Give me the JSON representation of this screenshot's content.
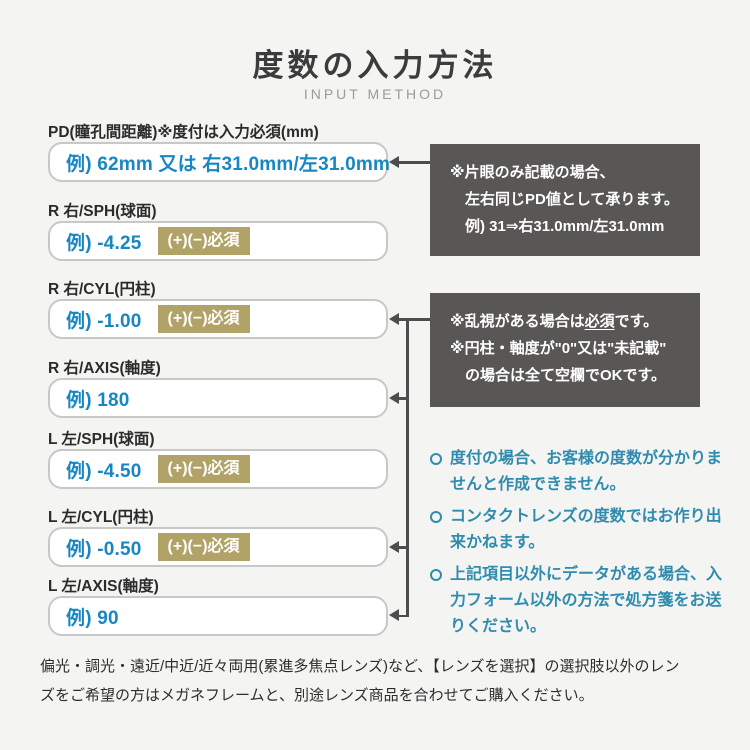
{
  "page": {
    "title": "度数の入力方法",
    "subtitle": "INPUT METHOD"
  },
  "colors": {
    "background": "#f4f4f2",
    "example_blue": "#1787c3",
    "badge_tan": "#b1a267",
    "note_gray": "#595756",
    "bullet_teal": "#2f8cae",
    "connector": "#4d4d4d"
  },
  "form": {
    "fields": [
      {
        "label": "PD(瞳孔間距離)※度付は入力必須(mm)",
        "example": "例) 62mm 又は 右31.0mm/左31.0mm",
        "badge": ""
      },
      {
        "label": "R 右/SPH(球面)",
        "example": "例) -4.25",
        "badge": "(+)(−)必須"
      },
      {
        "label": "R 右/CYL(円柱)",
        "example": "例) -1.00",
        "badge": "(+)(−)必須"
      },
      {
        "label": "R 右/AXIS(軸度)",
        "example": "例) 180",
        "badge": ""
      },
      {
        "label": "L 左/SPH(球面)",
        "example": "例) -4.50",
        "badge": "(+)(−)必須"
      },
      {
        "label": "L 左/CYL(円柱)",
        "example": "例) -0.50",
        "badge": "(+)(−)必須"
      },
      {
        "label": "L 左/AXIS(軸度)",
        "example": "例) 90",
        "badge": ""
      }
    ]
  },
  "notes": {
    "pd_note": {
      "line1": "※片眼のみ記載の場合、",
      "line2": "左右同じPD値として承ります。",
      "line3": "例) 31⇒右31.0mm/左31.0mm"
    },
    "cyl_note": {
      "line1_prefix": "※乱視がある場合は",
      "line1_underlined": "必須",
      "line1_suffix": "です。",
      "line2": "※円柱・軸度が\"0\"又は\"未記載\"",
      "line3": "の場合は全て空欄でOKです。"
    }
  },
  "bullets": [
    "度付の場合、お客様の度数が分かりませんと作成できません。",
    "コンタクトレンズの度数ではお作り出来かねます。",
    "上記項目以外にデータがある場合、入力フォーム以外の方法で処方箋をお送りください。"
  ],
  "footer": {
    "line1": "偏光・調光・遠近/中近/近々両用(累進多焦点レンズ)など、【レンズを選択】の選択肢以外のレン",
    "line2": "ズをご希望の方はメガネフレームと、別途レンズ商品を合わせてご購入ください。"
  }
}
